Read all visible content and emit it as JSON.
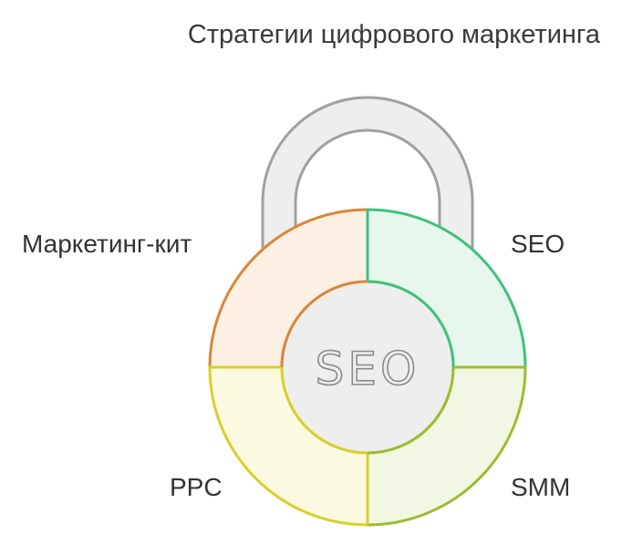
{
  "title": "Стратегии цифрового маркетинга",
  "segments": {
    "top_left": {
      "label": "Маркетинг-кит",
      "color": "#d9863a",
      "fill": "#fcefe3"
    },
    "top_right": {
      "label": "SEO",
      "color": "#3ec27a",
      "fill": "#e7f7ee"
    },
    "bottom_right": {
      "label": "SMM",
      "color": "#9dbc2e",
      "fill": "#f1f7e2"
    },
    "bottom_left": {
      "label": "PPC",
      "color": "#d8cf2a",
      "fill": "#fcf9e1"
    }
  },
  "center_text": "SEO",
  "shackle_color": "#a0a0a0",
  "center_fill": "#eeeeee"
}
